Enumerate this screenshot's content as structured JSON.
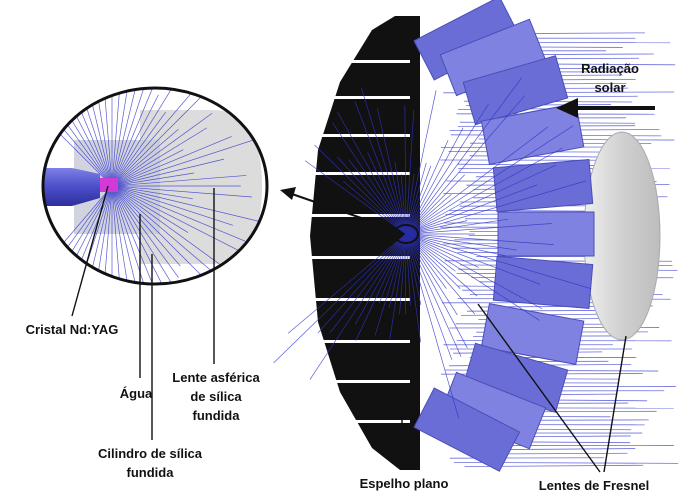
{
  "labels": {
    "radiation": "Radiação",
    "radiation_line2": "solar",
    "crystal": "Cristal Nd:YAG",
    "water": "Água",
    "aspheric_lens_l1": "Lente asférica",
    "aspheric_lens_l2": "de sílica",
    "aspheric_lens_l3": "fundida",
    "cylinder_l1": "Cilindro de sílica",
    "cylinder_l2": "fundida",
    "flat_mirror": "Espelho plano",
    "fresnel_lenses": "Lentes de Fresnel"
  },
  "colors": {
    "ray": "#3a3fd0",
    "lens_panel": "#7f82e0",
    "lens_panel_dark": "#5d60c8",
    "mirror": "#111111",
    "crystal": "#d23ad8",
    "fresnel_gray": "#d4d4d4"
  }
}
